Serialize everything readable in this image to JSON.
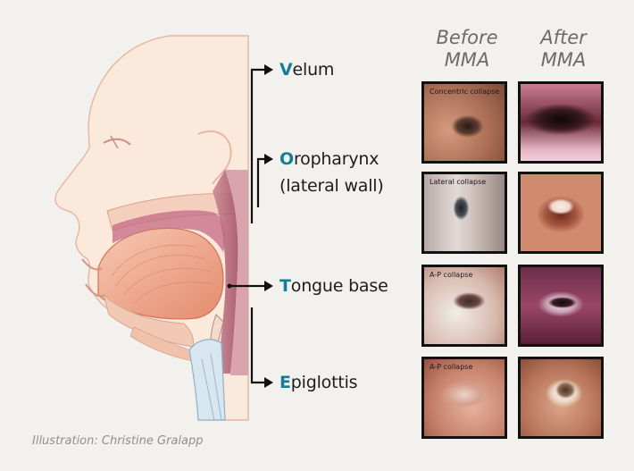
{
  "labels": {
    "velum": {
      "initial": "V",
      "rest": "elum"
    },
    "oropharynx": {
      "initial": "O",
      "rest": "ropharynx",
      "line2": "(lateral wall)"
    },
    "tongue_base": {
      "initial": "T",
      "rest": "ongue base"
    },
    "epiglottis": {
      "initial": "E",
      "rest": "piglottis"
    }
  },
  "columns": {
    "before": {
      "line1": "Before",
      "line2": "MMA"
    },
    "after": {
      "line1": "After",
      "line2": "MMA"
    }
  },
  "rows": [
    {
      "caption": "Concentric collapse"
    },
    {
      "caption": "Lateral collapse"
    },
    {
      "caption": "A-P collapse"
    },
    {
      "caption": "A-P collapse"
    }
  ],
  "credit": "Illustration: Christine Gralapp",
  "colors": {
    "accent": "#137f95",
    "background": "#f2f1ee",
    "frame": "#111111",
    "skin": "#fbe9dc"
  }
}
